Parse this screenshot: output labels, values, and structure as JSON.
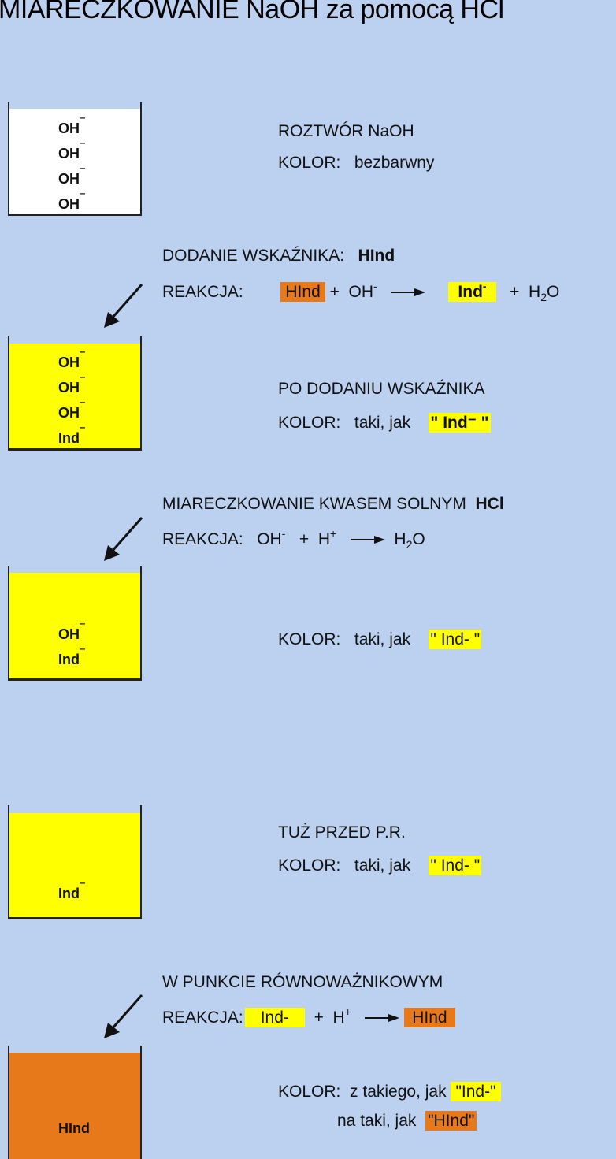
{
  "title": "MIARECZKOWANIE   NaOH  za pomocą  HCl",
  "colors": {
    "background": "#bcd0f0",
    "white": "#ffffff",
    "yellow": "#ffff00",
    "orange": "#e8791b"
  },
  "ion_minus": "‾",
  "beakers": [
    {
      "ions": [
        "OH",
        "OH",
        "OH",
        "OH"
      ],
      "color": "white"
    },
    {
      "ions": [
        "OH",
        "OH",
        "OH",
        "Ind"
      ],
      "color": "yellow"
    },
    {
      "ions": [
        "OH",
        "Ind"
      ],
      "color": "yellow"
    },
    {
      "ions": [
        "Ind"
      ],
      "color": "yellow"
    },
    {
      "ions": [
        "HInd"
      ],
      "color": "orange"
    }
  ],
  "step1": {
    "line1": "ROZTWÓR  NaOH",
    "kolor_label": "KOLOR:",
    "kolor_value": "bezbarwny"
  },
  "step2": {
    "heading": "DODANIE  WSKAŹNIKA:",
    "indicator": "HInd",
    "reakcja_label": "REAKCJA:",
    "reactant1": "HInd",
    "plus1": "+",
    "reactant2": "OH",
    "minus": "-",
    "product1": "Ind",
    "plus2": "+",
    "product2_a": "H",
    "product2_sub": "2",
    "product2_b": "O"
  },
  "step3": {
    "line1": "PO  DODANIU  WSKAŹNIKA",
    "kolor_label": "KOLOR:",
    "kolor_text": "taki, jak",
    "kolor_value": "\" Ind⁻ \""
  },
  "step4": {
    "heading": "MIARECZKOWANIE  KWASEM  SOLNYM",
    "acid": "HCl",
    "reakcja_label": "REAKCJA:",
    "reactant1": "OH",
    "minus": "-",
    "plus": "+",
    "reactant2": "H",
    "plus_charge": "+",
    "product_a": "H",
    "product_sub": "2",
    "product_b": "O",
    "kolor_label": "KOLOR:",
    "kolor_text": "taki, jak",
    "kolor_value": "\" Ind- \""
  },
  "step5": {
    "line1": "TUŻ  PRZED  P.R.",
    "kolor_label": "KOLOR:",
    "kolor_text": "taki, jak",
    "kolor_value": "\" Ind- \""
  },
  "step6": {
    "heading": "W  PUNKCIE  RÓWNOWAŻNIKOWYM",
    "reakcja_label": "REAKCJA:",
    "reactant1": "Ind-",
    "plus": "+",
    "reactant2": "H",
    "plus_charge": "+",
    "product": "HInd",
    "kolor_label": "KOLOR:",
    "kolor_text1": "z takiego, jak",
    "kolor_value1": "\"Ind-\"",
    "kolor_text2": "na taki, jak",
    "kolor_value2": "\"HInd\""
  }
}
